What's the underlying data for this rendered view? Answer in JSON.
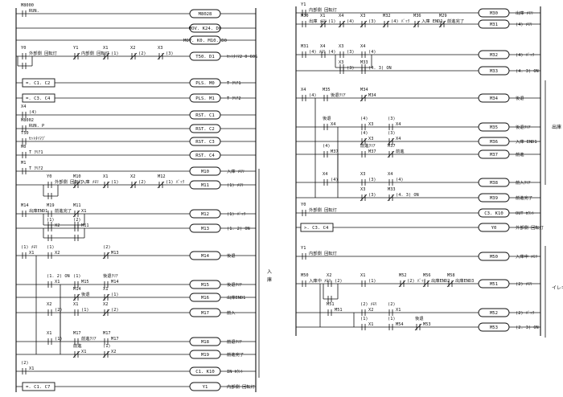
{
  "left": {
    "contact_labels": [
      "M8000",
      "RUN.",
      "Y0",
      "外部側 回転灯",
      "Y1",
      "内部側 回転灯",
      "X1",
      "(1)",
      "X2",
      "(2)",
      "X3",
      "(3)",
      "X4",
      "(4)",
      "M8002",
      "RUN. P",
      "T50",
      "ｾｯﾄﾀｲﾏﾌﾞ",
      "M0",
      "T ｸﾘｱ1",
      "M1",
      "T ｸﾘｱ2",
      "Y0",
      "外部側 回転灯",
      "M10",
      "入庫 ﾒﾓﾘ",
      "X1",
      "(1)",
      "X2",
      "(2)",
      "M12",
      "(1) ﾊﾞｯｸ",
      "M14",
      "出庫END1",
      "M19",
      "前進完了",
      "M11",
      "X1",
      "(1)",
      "X2",
      "(2)",
      "M11",
      "(1) ﾒﾓﾘ",
      "X1",
      "(1)",
      "X2",
      "(2)",
      "M13",
      "(1. 2) ON",
      "X1",
      "(1)",
      "M15",
      "後退ｸﾘｱ",
      "M14",
      "M14",
      "後退",
      "X1",
      "(1)",
      "X2",
      "(2)",
      "X1",
      "(1)",
      "X2",
      "(2)",
      "X1",
      "(1)",
      "M17",
      "前進ｸﾘｱ",
      "M17",
      "M17",
      "前進",
      "X1",
      "(1)",
      "X2",
      "(2)",
      "X1",
      "(1)",
      "X2",
      "(2)",
      "M13",
      "(1. 2) ON"
    ],
    "coils": [
      {
        "text": "M8028",
        "comment": ""
      },
      {
        "text": "MOV. K24. D0",
        "comment": ""
      },
      {
        "text": "MOV. K0. M10. D0",
        "comment": ""
      },
      {
        "text": "T50. D1",
        "comment": "ｾｯﾄﾀｲﾏ2 0~60S"
      },
      {
        "text": "PLS. M0",
        "comment": "T ｸﾘｱ1"
      },
      {
        "text": "PLS. M1",
        "comment": "T ｸﾘｱ2"
      },
      {
        "text": "RST. C1",
        "comment": ""
      },
      {
        "text": "RST. C2",
        "comment": ""
      },
      {
        "text": "RST. C3",
        "comment": ""
      },
      {
        "text": "RST. C4",
        "comment": ""
      },
      {
        "text": "M10",
        "comment": "入庫 ﾒﾓﾘ"
      },
      {
        "text": "M11",
        "comment": "(1) ﾒﾓﾘ"
      },
      {
        "text": "M12",
        "comment": "(1) ﾊﾞｯｸ"
      },
      {
        "text": "M13",
        "comment": "(1. 2) ON"
      },
      {
        "text": "M14",
        "comment": "後退"
      },
      {
        "text": "M15",
        "comment": "後退ｸﾘｱ"
      },
      {
        "text": "M16",
        "comment": "出庫END1"
      },
      {
        "text": "M17",
        "comment": "前入"
      },
      {
        "text": "M18",
        "comment": "前退ｸﾘｱ"
      },
      {
        "text": "M19",
        "comment": "前進完了"
      },
      {
        "text": "C1. K10",
        "comment": "IN ｶｳﾝﾄ"
      },
      {
        "text": "Y1",
        "comment": "内部側 回転灯"
      }
    ],
    "instr_boxes": [
      "=. C1. C2",
      "=. C3. C4",
      "=. C1. C7"
    ],
    "section_label": "入庫"
  },
  "right": {
    "contact_labels": [
      "Y1",
      "内部側 回転灯",
      "M30",
      "出庫 ﾒﾓﾘ",
      "X1",
      "(1)",
      "X4",
      "(4)",
      "X3",
      "(3)",
      "M32",
      "(4) ﾊﾞｯｸ",
      "M36",
      "入庫 END1",
      "M29",
      "前進完了",
      "M31",
      "(4) ﾒﾓﾘ",
      "X4",
      "(4)",
      "X3",
      "(3)",
      "X4",
      "(4)",
      "X3",
      "(3)",
      "M33",
      "(4. 3) ON",
      "X4",
      "(4)",
      "M35",
      "後退ｸﾘｱ",
      "M34",
      "M34",
      "後退",
      "X4",
      "(4)",
      "X3",
      "(3)",
      "X4",
      "(4)",
      "X3",
      "(3)",
      "X4",
      "(4)",
      "M37",
      "前進ｸﾘｱ",
      "M37",
      "M37",
      "前進",
      "X4",
      "(4)",
      "X3",
      "(3)",
      "X4",
      "(4)",
      "X3",
      "(3)",
      "M33",
      "(4. 3) ON",
      "Y0",
      "外部側 回転灯",
      "Y1",
      "内部側 回転灯",
      "M50",
      "入庫中 ﾒﾓﾘ",
      "X2",
      "(2)",
      "X1",
      "(1)",
      "M52",
      "(2) ﾊﾞｯｸ",
      "M56",
      "出庫END2",
      "M58",
      "出庫END3",
      "M51",
      "M51",
      "(2) ﾒﾓﾘ",
      "X2",
      "(2)",
      "X1",
      "(1)",
      "X1",
      "(1)",
      "M54",
      "後退",
      "M53"
    ],
    "coils": [
      {
        "text": "M30",
        "comment": "出庫 ﾒﾓﾘ"
      },
      {
        "text": "M31",
        "comment": "(4) ﾒﾓﾘ"
      },
      {
        "text": "M32",
        "comment": "(4) ﾊﾞｯｸ"
      },
      {
        "text": "M33",
        "comment": "(4. 3) ON"
      },
      {
        "text": "M34",
        "comment": "後退"
      },
      {
        "text": "M35",
        "comment": "後退ｸﾘｱ"
      },
      {
        "text": "M36",
        "comment": "入庫 END1"
      },
      {
        "text": "M37",
        "comment": "前進"
      },
      {
        "text": "M38",
        "comment": "前入ｸﾘｱ"
      },
      {
        "text": "M39",
        "comment": "前進完了"
      },
      {
        "text": "C3. K10",
        "comment": "OUT ｶｳﾝﾄ"
      },
      {
        "text": "Y0",
        "comment": "外部側 回転灯"
      },
      {
        "text": "M50",
        "comment": "入庫中 ﾒﾓﾘ"
      },
      {
        "text": "M51",
        "comment": "(2) ﾒﾓﾘ"
      },
      {
        "text": "M52",
        "comment": "(2) ﾊﾞｯｸ"
      },
      {
        "text": "M53",
        "comment": "(2. 3) ON"
      }
    ],
    "instr_boxes": [
      ">. C3. C4"
    ],
    "section_labels": [
      "出庫",
      "イレギュラー"
    ]
  }
}
